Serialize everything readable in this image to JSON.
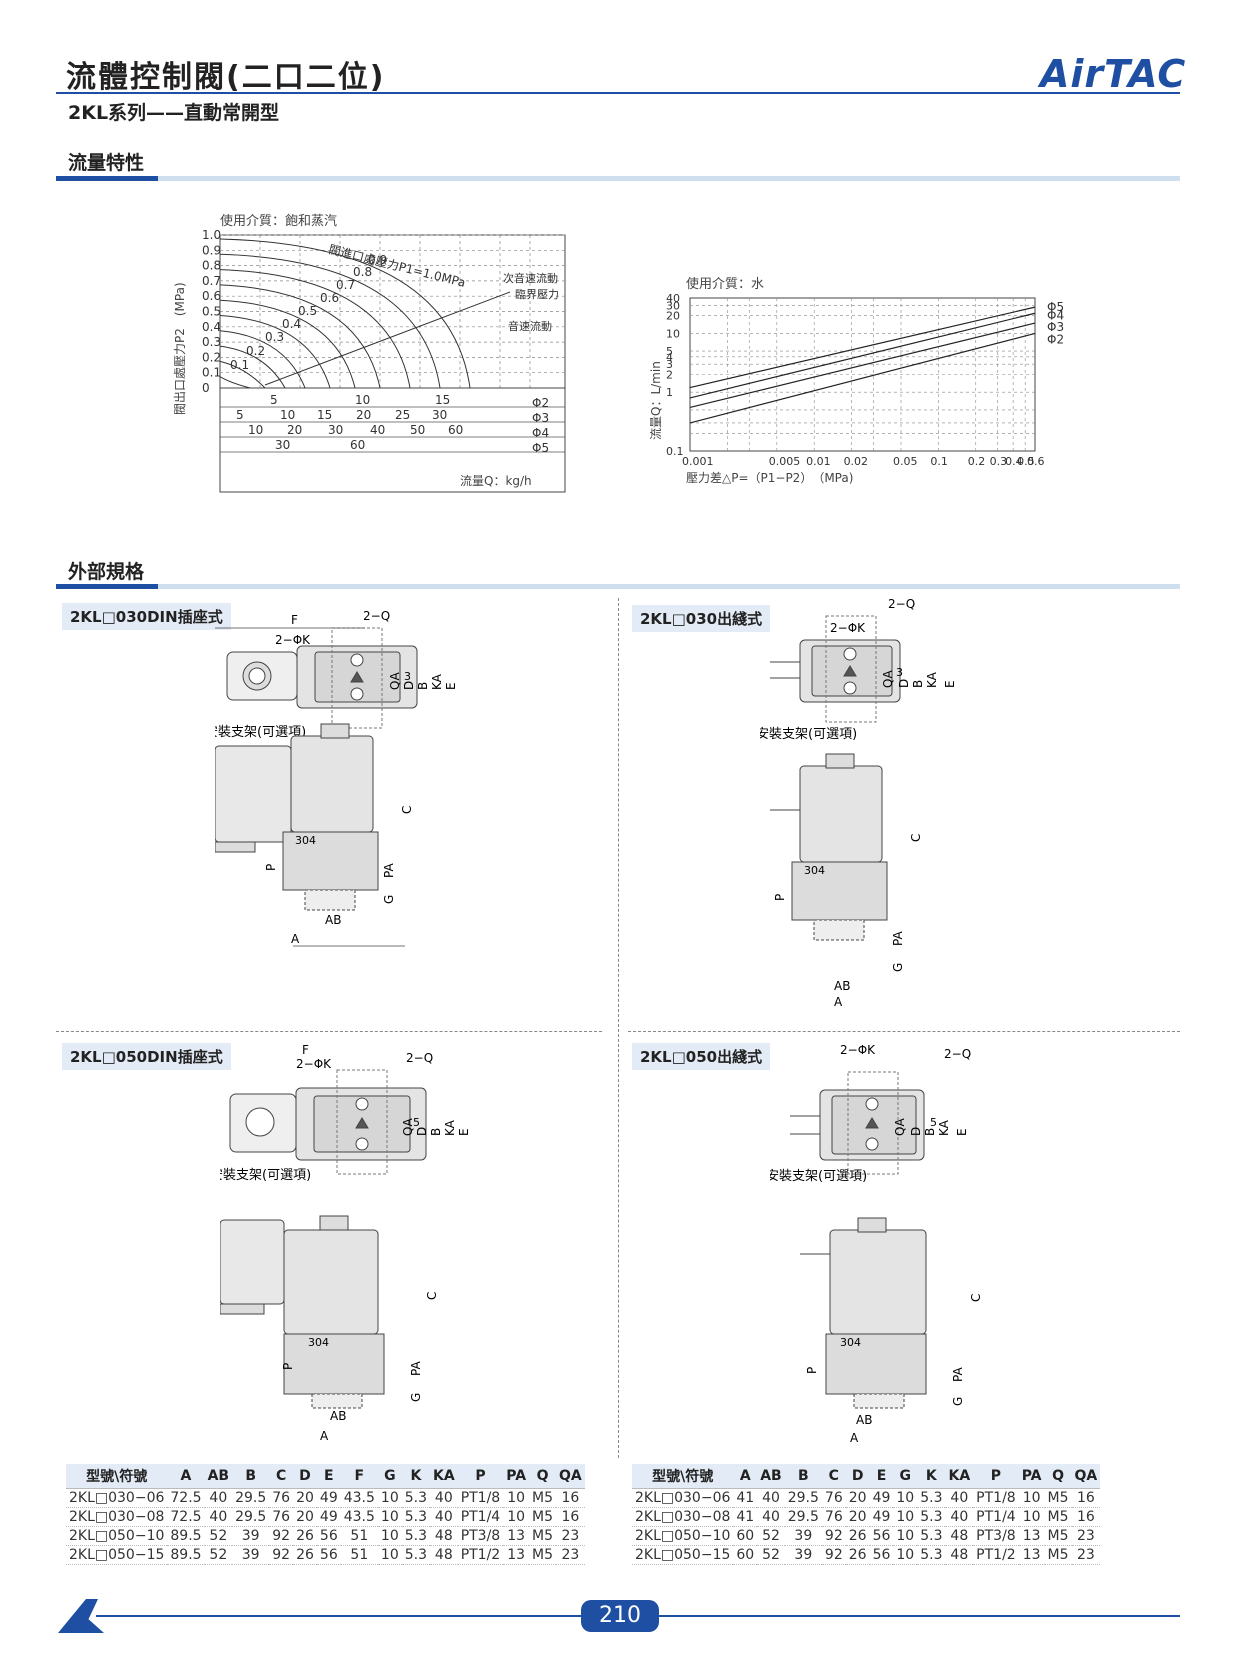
{
  "header": {
    "title": "流體控制閥(二口二位)",
    "subtitle": "2KL系列——直動常開型",
    "logo": "AirTAC"
  },
  "sections": {
    "flow": "流量特性",
    "external": "外部規格"
  },
  "steam_chart": {
    "medium": "使用介質：飽和蒸汽",
    "ylabel": "閥出口處壓力P2　(MPa)",
    "xlabel": "流量Q：kg/h",
    "yticks": [
      "1.0",
      "0.9",
      "0.8",
      "0.7",
      "0.6",
      "0.5",
      "0.4",
      "0.3",
      "0.2",
      "0.1",
      "0"
    ],
    "curve_labels": [
      "閥進口處壓力P1=1.0MPa",
      "0.9",
      "0.8",
      "0.7",
      "0.6",
      "0.5",
      "0.4",
      "0.3",
      "0.2",
      "0.1"
    ],
    "annot_sonic": "次音速流動",
    "annot_critical": "臨界壓力",
    "annot_super": "音速流動",
    "rows": [
      {
        "label": "Φ2",
        "ticks": [
          "5",
          "10",
          "15"
        ]
      },
      {
        "label": "Φ3",
        "ticks": [
          "5",
          "10",
          "15",
          "20",
          "25",
          "30"
        ]
      },
      {
        "label": "Φ4",
        "ticks": [
          "10",
          "20",
          "30",
          "40",
          "50",
          "60"
        ]
      },
      {
        "label": "Φ5",
        "ticks": [
          "30",
          "60"
        ]
      }
    ]
  },
  "water_chart": {
    "medium": "使用介質：水",
    "ylabel": "流量Q：L/min",
    "xlabel": "壓力差△P=（P1−P2）　（MPa)",
    "yticks": [
      "40",
      "30",
      "20",
      "10",
      "5",
      "4",
      "3",
      "2",
      "1",
      "0.1"
    ],
    "xticks": [
      "0.001",
      "0.005",
      "0.01",
      "0.02",
      "0.05",
      "0.1",
      "0.2",
      "0.3",
      "0.4",
      "0.5",
      "0.6"
    ],
    "series": [
      "Φ5",
      "Φ4",
      "Φ3",
      "Φ2"
    ]
  },
  "chart_data": {
    "type": "line",
    "title": "使用介質：水",
    "xlabel": "壓力差△P=（P1−P2）（MPa)",
    "ylabel": "流量Q：L/min",
    "xscale": "log",
    "yscale": "log",
    "xlim": [
      0.001,
      0.6
    ],
    "ylim": [
      0.1,
      40
    ],
    "series": [
      {
        "name": "Φ5",
        "x": [
          0.001,
          0.6
        ],
        "y": [
          1.2,
          28
        ]
      },
      {
        "name": "Φ4",
        "x": [
          0.001,
          0.6
        ],
        "y": [
          0.8,
          22
        ]
      },
      {
        "name": "Φ3",
        "x": [
          0.001,
          0.6
        ],
        "y": [
          0.55,
          15
        ]
      },
      {
        "name": "Φ2",
        "x": [
          0.001,
          0.6
        ],
        "y": [
          0.3,
          10
        ]
      }
    ]
  },
  "drawings": {
    "d1": {
      "tag": "2KL□030DIN插座式",
      "bracket": "安裝支架(可選項)"
    },
    "d2": {
      "tag": "2KL□030出綫式",
      "bracket": "安裝支架(可選項)"
    },
    "d3": {
      "tag": "2KL□050DIN插座式",
      "bracket": "安裝支架(可選項)"
    },
    "d4": {
      "tag": "2KL□050出綫式",
      "bracket": "安裝支架(可選項)"
    },
    "dims": {
      "F": "F",
      "K": "2−ΦK",
      "Q": "2−Q",
      "QA": "QA",
      "D": "D",
      "B": "B",
      "KA": "KA",
      "E": "E",
      "C": "C",
      "P": "P",
      "G": "G",
      "PA": "PA",
      "AB": "AB",
      "A": "A",
      "mark": "304",
      "n3": "3",
      "n5": "5"
    }
  },
  "table_left": {
    "headers": [
      "型號\\符號",
      "A",
      "AB",
      "B",
      "C",
      "D",
      "E",
      "F",
      "G",
      "K",
      "KA",
      "P",
      "PA",
      "Q",
      "QA"
    ],
    "rows": [
      [
        "2KL□030−06",
        "72.5",
        "40",
        "29.5",
        "76",
        "20",
        "49",
        "43.5",
        "10",
        "5.3",
        "40",
        "PT1/8",
        "10",
        "M5",
        "16"
      ],
      [
        "2KL□030−08",
        "72.5",
        "40",
        "29.5",
        "76",
        "20",
        "49",
        "43.5",
        "10",
        "5.3",
        "40",
        "PT1/4",
        "10",
        "M5",
        "16"
      ],
      [
        "2KL□050−10",
        "89.5",
        "52",
        "39",
        "92",
        "26",
        "56",
        "51",
        "10",
        "5.3",
        "48",
        "PT3/8",
        "13",
        "M5",
        "23"
      ],
      [
        "2KL□050−15",
        "89.5",
        "52",
        "39",
        "92",
        "26",
        "56",
        "51",
        "10",
        "5.3",
        "48",
        "PT1/2",
        "13",
        "M5",
        "23"
      ]
    ]
  },
  "table_right": {
    "headers": [
      "型號\\符號",
      "A",
      "AB",
      "B",
      "C",
      "D",
      "E",
      "G",
      "K",
      "KA",
      "P",
      "PA",
      "Q",
      "QA"
    ],
    "rows": [
      [
        "2KL□030−06",
        "41",
        "40",
        "29.5",
        "76",
        "20",
        "49",
        "10",
        "5.3",
        "40",
        "PT1/8",
        "10",
        "M5",
        "16"
      ],
      [
        "2KL□030−08",
        "41",
        "40",
        "29.5",
        "76",
        "20",
        "49",
        "10",
        "5.3",
        "40",
        "PT1/4",
        "10",
        "M5",
        "16"
      ],
      [
        "2KL□050−10",
        "60",
        "52",
        "39",
        "92",
        "26",
        "56",
        "10",
        "5.3",
        "48",
        "PT3/8",
        "13",
        "M5",
        "23"
      ],
      [
        "2KL□050−15",
        "60",
        "52",
        "39",
        "92",
        "26",
        "56",
        "10",
        "5.3",
        "48",
        "PT1/2",
        "13",
        "M5",
        "23"
      ]
    ]
  },
  "footer": {
    "page": "210"
  }
}
